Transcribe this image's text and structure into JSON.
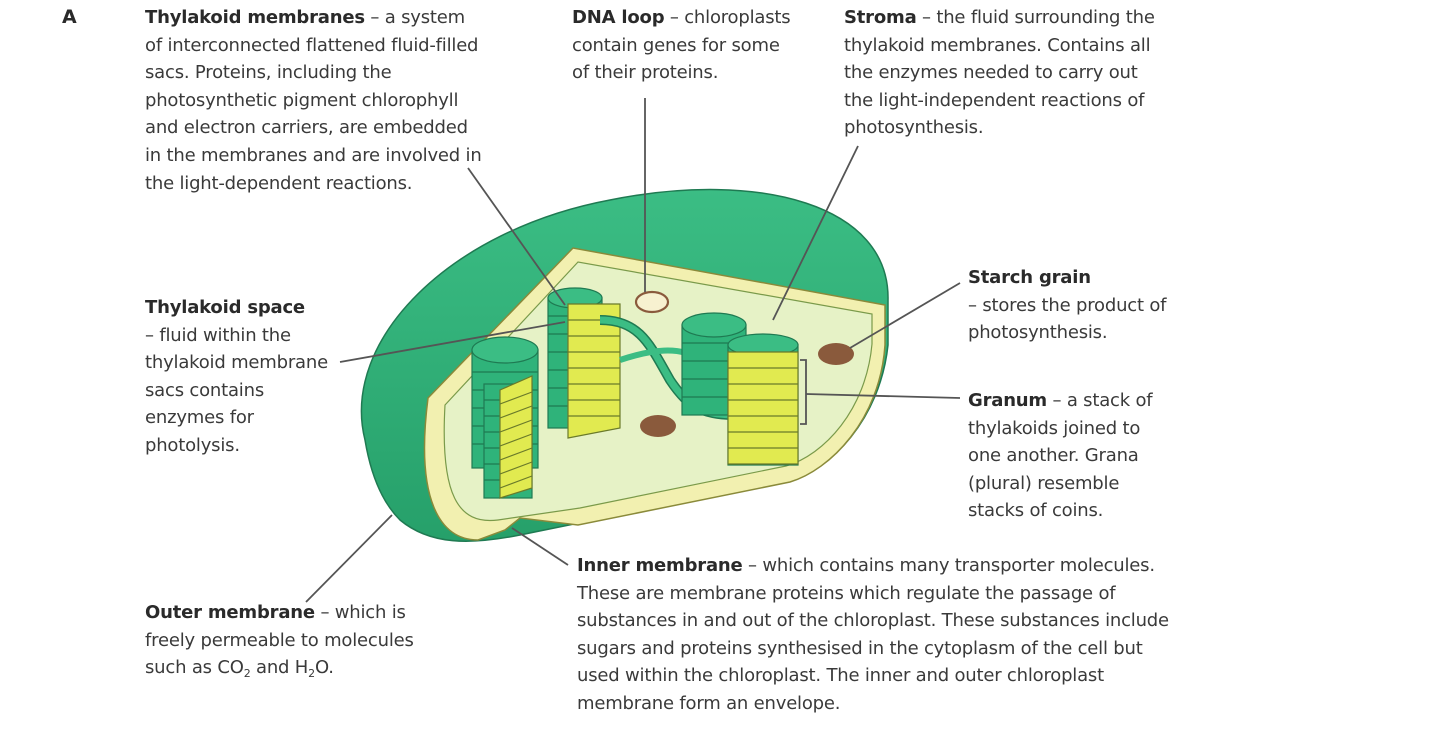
{
  "figure_letter": "A",
  "labels": {
    "thylakoid_membranes": {
      "term": "Thylakoid membranes",
      "desc": " – a system of interconnected flattened fluid-filled sacs. Proteins, including the photosynthetic pigment chlorophyll and electron carriers, are embedded in the membranes and are involved in the light-dependent reactions."
    },
    "dna_loop": {
      "term": "DNA loop",
      "desc": " – chloroplasts contain genes for some of their proteins."
    },
    "stroma": {
      "term": "Stroma",
      "desc": " – the fluid surrounding the thylakoid membranes. Contains all the enzymes needed to carry out the light-independent reactions of photosynthesis."
    },
    "thylakoid_space": {
      "term": "Thylakoid space",
      "desc": "– fluid within the thylakoid membrane sacs contains enzymes for photolysis."
    },
    "starch_grain": {
      "term": "Starch grain",
      "desc": "– stores the product of photosynthesis."
    },
    "granum": {
      "term": "Granum",
      "desc": " – a stack of thylakoids joined to one another. Grana (plural) resemble stacks of coins."
    },
    "inner_membrane": {
      "term": "Inner membrane",
      "desc": " – which contains many transporter molecules. These are membrane proteins which regulate the passage of substances in and out of the chloroplast. These substances include sugars and proteins synthesised in the cytoplasm of the cell but used within the chloroplast. The inner and outer chloroplast membrane form an envelope."
    },
    "outer_membrane": {
      "term": "Outer membrane",
      "desc_a": " – which is freely permeable to molecules such as CO",
      "sub_a": "2",
      "desc_b": " and H",
      "sub_b": "2",
      "desc_c": "O."
    }
  },
  "colors": {
    "outer_green": "#2fb37a",
    "inner_fill": "#e6f2c6",
    "membrane_yellow": "#e9e87a",
    "starch_brown": "#8a5a3c",
    "stack_yellow": "#e1ea50"
  }
}
